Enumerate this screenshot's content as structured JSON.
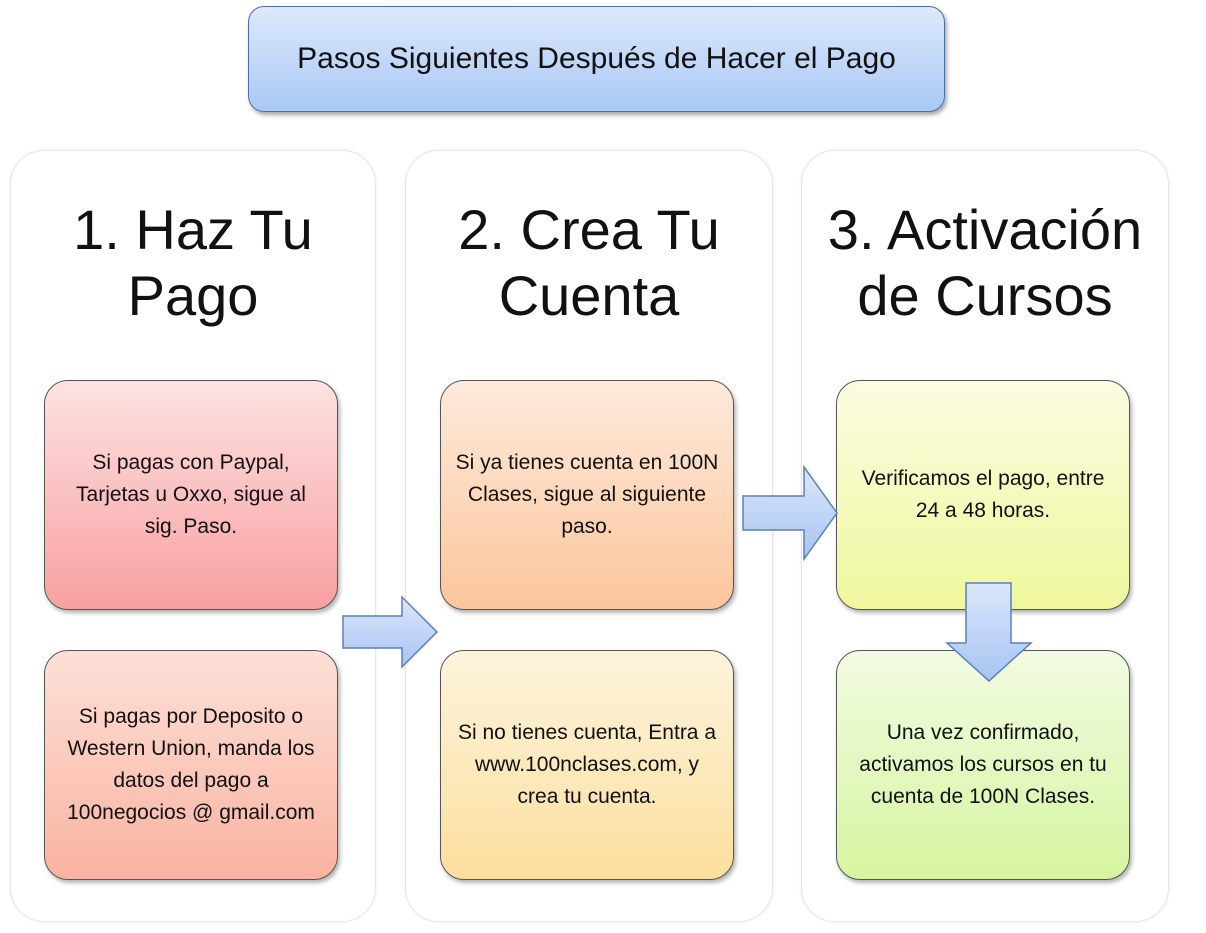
{
  "title": "Pasos Siguientes Después de Hacer el Pago",
  "columns": [
    {
      "heading": "1. Haz Tu Pago",
      "boxes": [
        "Si pagas con Paypal, Tarjetas u Oxxo, sigue al sig. Paso.",
        "Si pagas por Deposito o Western Union, manda los datos del pago a 100negocios @ gmail.com"
      ]
    },
    {
      "heading": "2. Crea Tu Cuenta",
      "boxes": [
        "Si ya tienes cuenta en 100N Clases, sigue al siguiente paso.",
        "Si no tienes cuenta, Entra a www.100nclases.com, y crea tu cuenta."
      ]
    },
    {
      "heading": "3. Activación de Cursos",
      "boxes": [
        "Verificamos el pago, entre 24 a 48 horas.",
        "Una vez confirmado, activamos los cursos en tu cuenta de 100N Clases."
      ]
    }
  ],
  "colors": {
    "title_top": "#dde9fb",
    "title_bottom": "#a9c8f5",
    "red": [
      "#fde2e2",
      "#f8a0a0"
    ],
    "orange": [
      "#fdeadc",
      "#fbc69c"
    ],
    "peach": [
      "#fdf3dc",
      "#fcdf9e"
    ],
    "yellow": [
      "#fbfce2",
      "#eff79c"
    ],
    "green": [
      "#f2fbe2",
      "#d6f5a0"
    ],
    "arrow": "#b7cff5"
  }
}
